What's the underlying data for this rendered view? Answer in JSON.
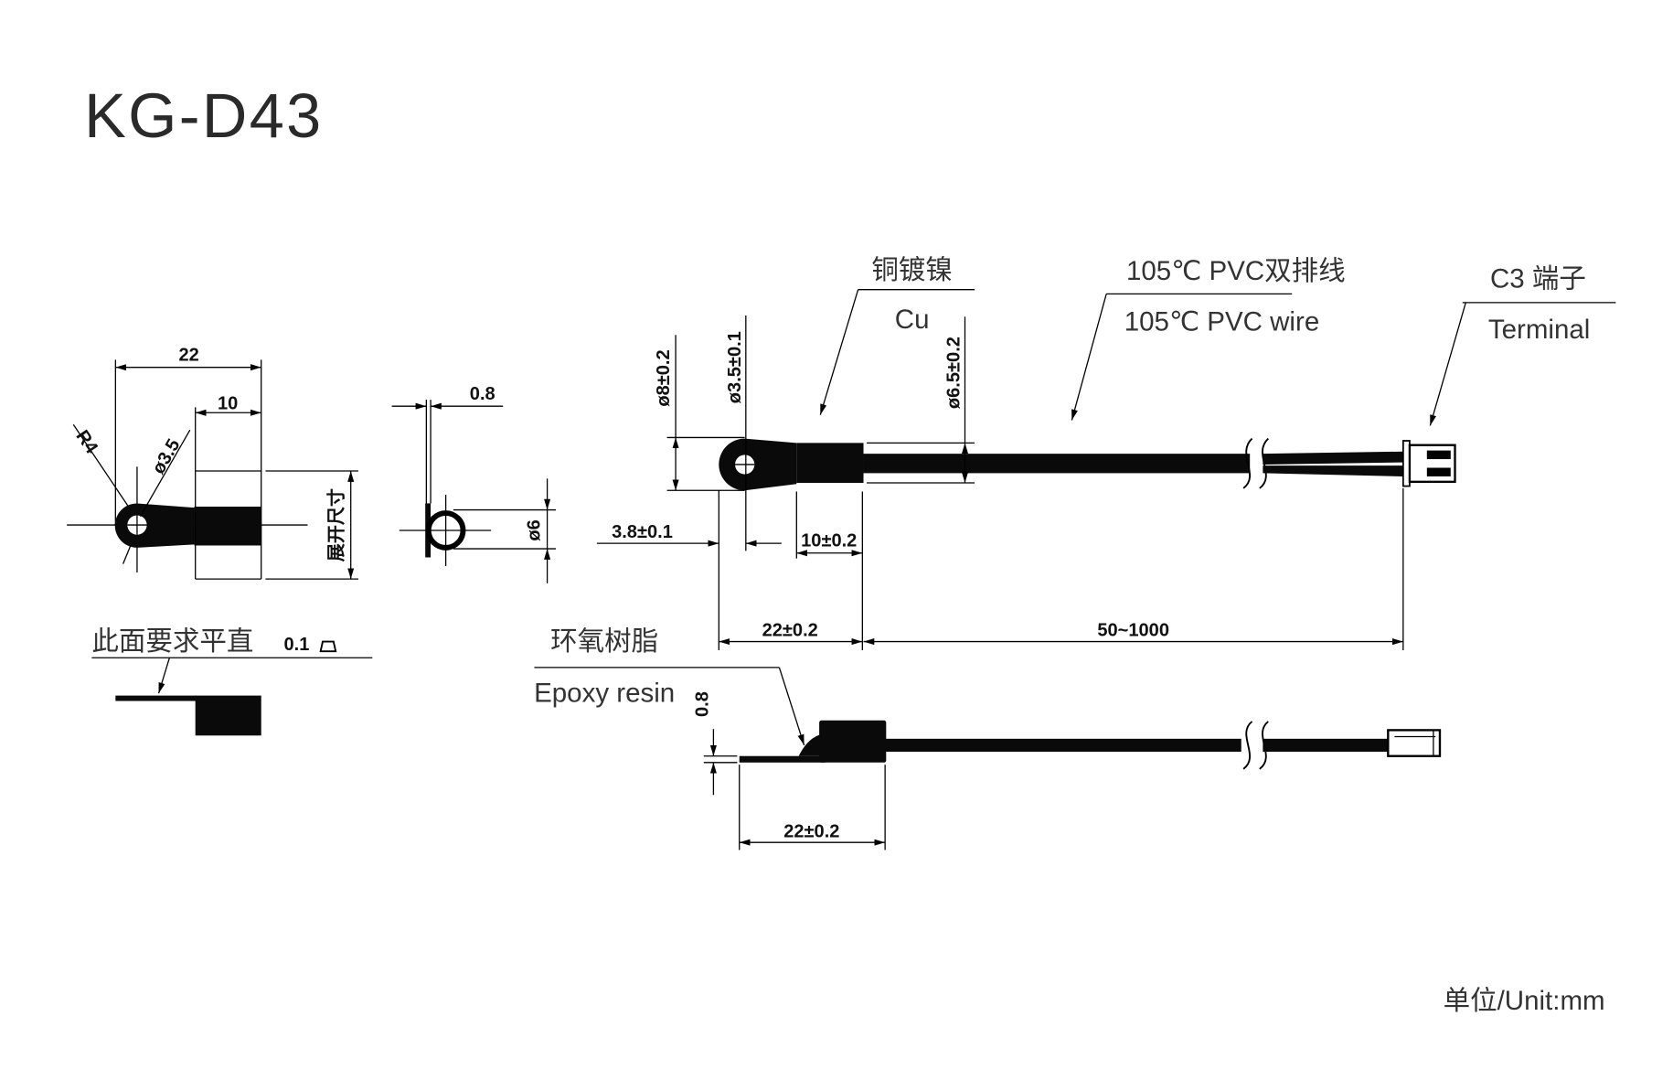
{
  "title": "KG-D43",
  "unit_note": "单位/Unit:mm",
  "detail_view": {
    "dim_overall": "22",
    "dim_sleeve": "10",
    "radius": "R4",
    "hole": "ø3.5",
    "unfolded_size": "展开尺寸",
    "thickness": "0.8",
    "ring_diameter": "ø6",
    "flatness_note": "此面要求平直",
    "flatness_value": "0.1"
  },
  "main_view": {
    "callouts": {
      "lug_cn": "铜镀镍",
      "lug_en": "Cu",
      "wire_cn": "105℃ PVC双排线",
      "wire_en": "105℃ PVC wire",
      "terminal_cn": "C3 端子",
      "terminal_en": "Terminal"
    },
    "dims": {
      "lug_outer": "ø8±0.2",
      "hole": "ø3.5±0.1",
      "sleeve_diameter": "ø6.5±0.2",
      "hole_offset": "3.8±0.1",
      "sleeve_length": "10±0.2",
      "head_length": "22±0.2",
      "cable_length": "50~1000"
    }
  },
  "side_view": {
    "epoxy_cn": "环氧树脂",
    "epoxy_en": "Epoxy resin",
    "thickness": "0.8",
    "head_length": "22±0.2"
  }
}
